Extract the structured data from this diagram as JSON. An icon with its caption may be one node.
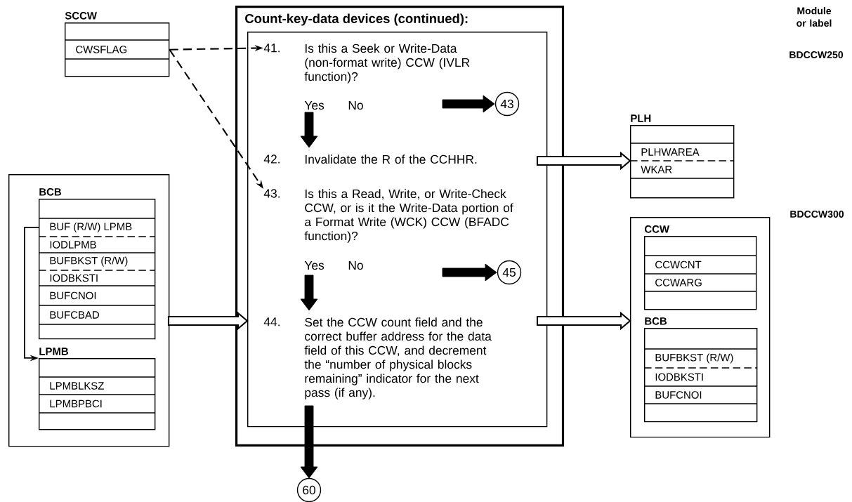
{
  "diagram": {
    "nodes": [
      {
        "text": [
          "SCCW",
          "CWSFLAG"
        ]
      },
      {
        "text": [
          "Count-key-data devices (continued):"
        ]
      },
      {
        "text": [],
        "shape": "box",
        "in": 1
      },
      {
        "text": [
          "41.",
          "Is this a Seek or Write-Data (non-format write) CCW (IVLR function)?",
          "Yes",
          "No"
        ],
        "in": 2
      },
      {
        "text": [
          "43"
        ],
        "in": 2
      },
      {
        "text": [
          "42.",
          "Invalidate the R of the CCHHR."
        ],
        "in": 2
      },
      {
        "text": [
          "43.",
          "Is this a Read, Write, or Write-Check CCW, or is it the Write-Data portion of a Format Write (WCK) CCW (BFADC function)?",
          "Yes",
          "No"
        ],
        "in": 2
      },
      {
        "text": [
          "45"
        ],
        "in": 2
      },
      {
        "text": [
          "44.",
          "Set the CCW count field and the correct buffer address for the data field of this CCW, and decrement the “number of physical blocks remaining” indicator for the next pass (if any)."
        ],
        "in": 2
      },
      {
        "text": [
          "60"
        ]
      },
      {
        "text": [],
        "shape": "box"
      },
      {
        "text": [
          "BCB",
          "BUF (R/W) LPMB",
          "IODLPMB",
          "BUFBKST (R/W)",
          "IODBKSTI",
          "BUFCNOI",
          "BUFCBAD"
        ],
        "in": 10
      },
      {
        "text": [
          "LPMB",
          "LPMBLKSZ",
          "LPMBPBCI"
        ],
        "in": 10
      },
      {
        "text": [
          "PLH",
          "PLHWAREA",
          "WKAR"
        ]
      },
      {
        "text": [],
        "shape": "box"
      },
      {
        "text": [
          "CCW",
          "CCWCNT",
          "CCWARG"
        ],
        "in": 14
      },
      {
        "text": [
          "BCB",
          "BUFBKST (R/W)",
          "IODBKSTI",
          "BUFCNOI"
        ],
        "in": 14
      }
    ],
    "edges": [
      {
        "from": 0,
        "to": 3,
        "arrow": "to",
        "style": "dashed"
      },
      {
        "from": 0,
        "to": 6,
        "arrow": "to",
        "style": "dashed"
      },
      {
        "from": 3,
        "to": 4,
        "arrow": "to",
        "style": "thick"
      },
      {
        "from": 3,
        "to": 5,
        "arrow": "to",
        "style": "thick"
      },
      {
        "from": 5,
        "to": 13,
        "arrow": "to",
        "style": "thick"
      },
      {
        "from": 6,
        "to": 7,
        "arrow": "to",
        "style": "thick"
      },
      {
        "from": 6,
        "to": 8,
        "arrow": "to",
        "style": "thick"
      },
      {
        "from": 10,
        "to": 8,
        "arrow": "to",
        "style": "thick"
      },
      {
        "from": 8,
        "to": 14,
        "arrow": "to",
        "style": "thick"
      },
      {
        "from": 8,
        "to": 9,
        "arrow": "to",
        "style": "thick"
      },
      {
        "from": 11,
        "to": 12,
        "arrow": "to"
      }
    ],
    "labels": [
      "Module or label",
      "BDCCW250",
      "BDCCW300"
    ]
  }
}
